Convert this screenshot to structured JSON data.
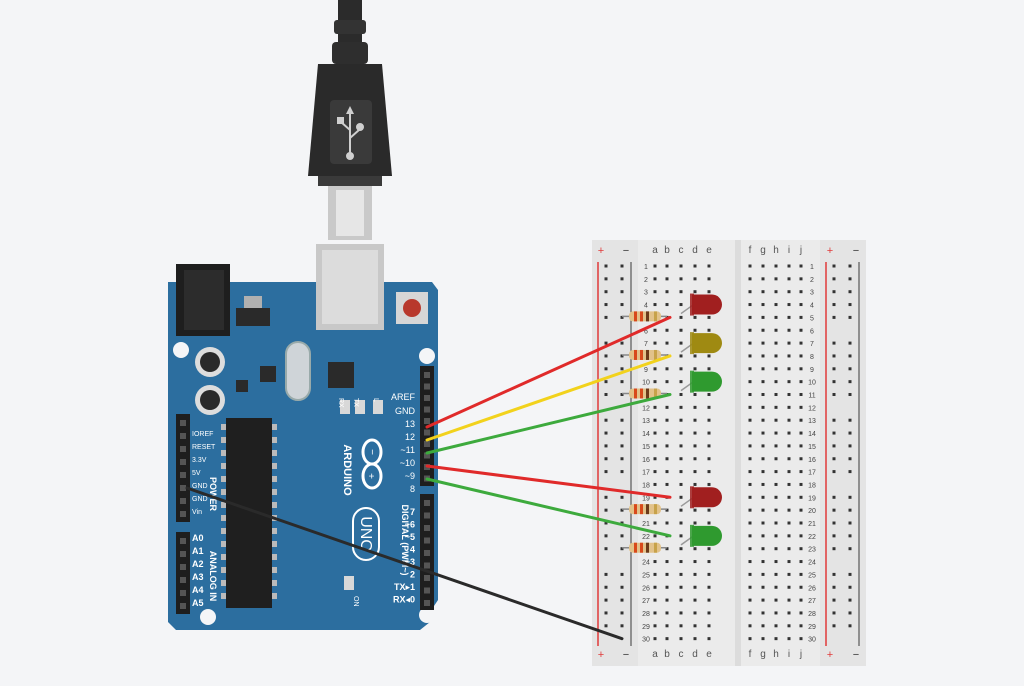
{
  "board": {
    "brand": "ARDUINO",
    "model": "UNO",
    "power_label": "POWER",
    "analog_label": "ANALOG IN",
    "digital_label": "DIGITAL (PWM~)",
    "led_on": "ON",
    "led_l": "L",
    "led_tx": "TX",
    "led_rx": "RX",
    "power_pins": [
      "IOREF",
      "RESET",
      "3.3V",
      "5V",
      "GND",
      "GND",
      "Vin"
    ],
    "analog_pins": [
      "A0",
      "A1",
      "A2",
      "A3",
      "A4",
      "A5"
    ],
    "digital_pins_top": [
      "AREF",
      "GND",
      "13",
      "12",
      "~11",
      "~10",
      "~9",
      "8"
    ],
    "digital_pins_bottom": [
      "7",
      "~6",
      "~5",
      "4",
      "~3",
      "2",
      "TX▸1",
      "RX◂0"
    ]
  },
  "breadboard": {
    "left_columns": [
      "a",
      "b",
      "c",
      "d",
      "e"
    ],
    "right_columns": [
      "f",
      "g",
      "h",
      "i",
      "j"
    ],
    "rows": 30,
    "rail_plus": "+",
    "rail_minus": "−"
  },
  "components": {
    "leds": [
      {
        "name": "led-red-1",
        "color": "red",
        "row": 4
      },
      {
        "name": "led-yellow",
        "color": "yellow",
        "row": 7
      },
      {
        "name": "led-green-1",
        "color": "green",
        "row": 10
      },
      {
        "name": "led-red-2",
        "color": "red",
        "row": 19
      },
      {
        "name": "led-green-2",
        "color": "green",
        "row": 22
      }
    ],
    "wires": [
      {
        "from": "13",
        "to_row": 5,
        "color": "red"
      },
      {
        "from": "12",
        "to_row": 8,
        "color": "yellow"
      },
      {
        "from": "~11",
        "to_row": 11,
        "color": "green"
      },
      {
        "from": "~10",
        "to_row": 19,
        "color": "red"
      },
      {
        "from": "~9",
        "to_row": 22,
        "color": "green"
      },
      {
        "from": "GND",
        "to_row": 30,
        "color": "black"
      }
    ]
  },
  "colors": {
    "board_blue": "#2c6e9f",
    "board_dark": "#1e5480",
    "breadboard": "#ebebeb",
    "wire_red": "#e02a2a",
    "wire_yellow": "#f2d21c",
    "wire_green": "#3daa3d",
    "wire_black": "#2a2a2a",
    "led_red": "#a11f1f",
    "led_yellow": "#9f8a12",
    "led_green": "#2f9a2f"
  },
  "icons": {
    "usb": "usb-icon",
    "arduino_logo": "infinity-logo-icon"
  }
}
